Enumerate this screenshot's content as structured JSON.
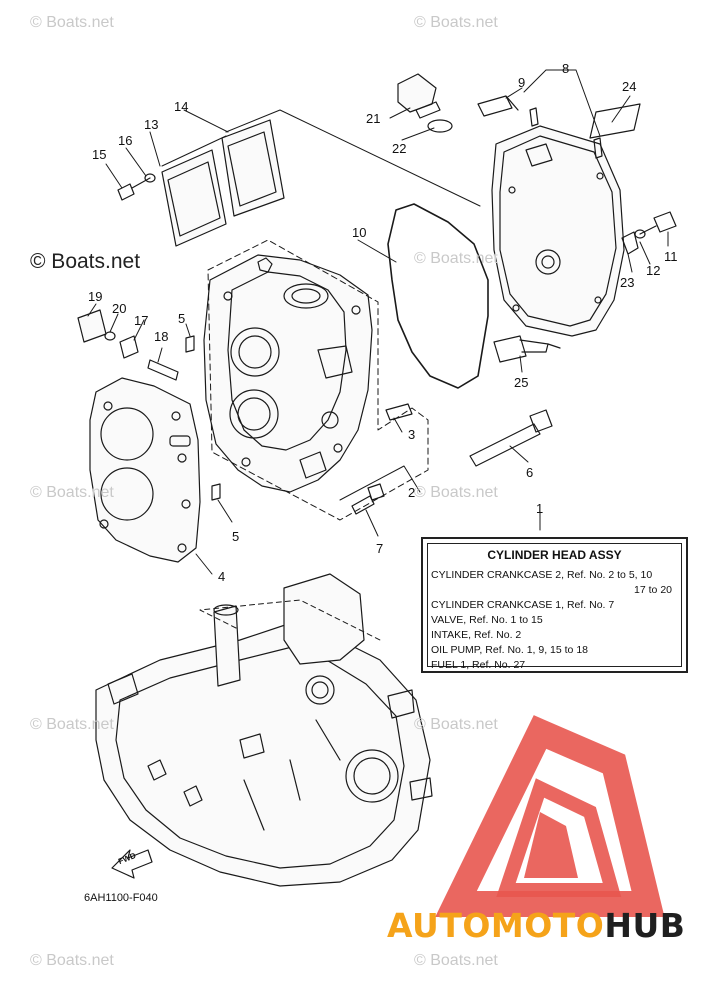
{
  "watermarks": {
    "text": "© Boats.net",
    "prominent": "© Boats.net"
  },
  "callouts": [
    "1",
    "2",
    "3",
    "4",
    "5",
    "5",
    "6",
    "7",
    "8",
    "9",
    "10",
    "11",
    "12",
    "13",
    "14",
    "15",
    "16",
    "17",
    "18",
    "19",
    "20",
    "21",
    "22",
    "23",
    "24",
    "25"
  ],
  "legend": {
    "title": "CYLINDER HEAD ASSY",
    "lines": [
      "CYLINDER CRANKCASE 2,  Ref. No. 2 to 5, 10",
      "17 to 20",
      "CYLINDER CRANKCASE 1,  Ref. No. 7",
      "VALVE,  Ref. No. 1 to 15",
      "INTAKE,  Ref. No. 2",
      "OIL PUMP,  Ref. No. 1, 9, 15 to 18",
      "FUEL 1,  Ref. No. 27"
    ]
  },
  "fwd_label": "FWD",
  "diagram_code": "6AH1100-F040",
  "brand": {
    "part1": "AUTOMOTO",
    "part2": "HUB",
    "logo_color": "#e8574f",
    "accent_color": "#f5a31a"
  }
}
